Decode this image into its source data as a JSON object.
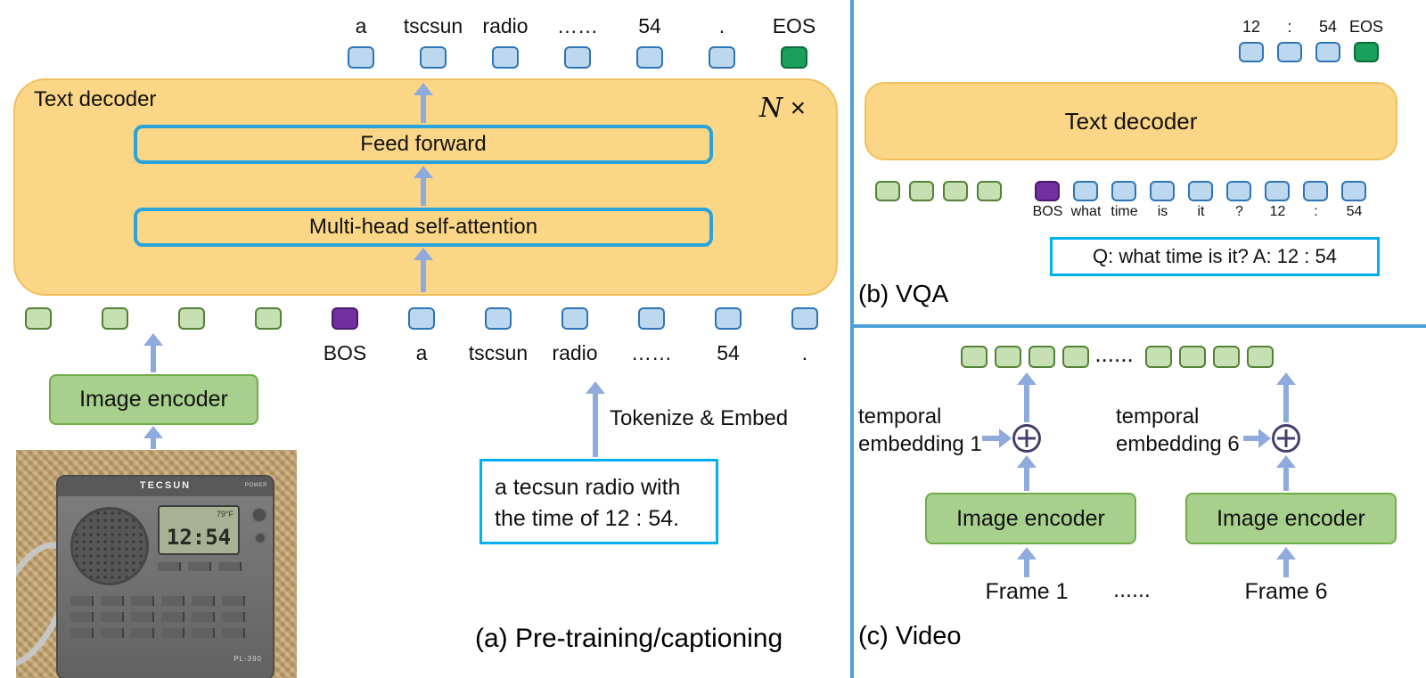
{
  "colors": {
    "decoder_fill": "#FBD687",
    "token_blue_fill": "#BDD7EE",
    "token_blue_border": "#2E75B6",
    "token_green_fill": "#C6E0B4",
    "token_green_border": "#538135",
    "bos_purple": "#7030A0",
    "eos_green": "#1AA05A",
    "encoder_fill": "#A8D08D",
    "encoder_border": "#70AD47",
    "arrow_blue": "#8FAADC",
    "inner_box_border": "#29A3DC",
    "textbox_border": "#00B0F0",
    "divider_blue": "#4D9FD8"
  },
  "panel_a": {
    "output_tokens": [
      "a",
      "tscsun",
      "radio",
      "……",
      "54",
      ".",
      "EOS"
    ],
    "decoder_label": "Text decoder",
    "repeat_n": "N",
    "repeat_times": "×",
    "feed_forward_label": "Feed forward",
    "attention_label": "Multi-head self-attention",
    "input_words": [
      "BOS",
      "a",
      "tscsun",
      "radio",
      "……",
      "54",
      "."
    ],
    "image_encoder_label": "Image encoder",
    "tokenize_label": "Tokenize & Embed",
    "caption_box": {
      "line1": "a tecsun radio with",
      "line2": "the time of 12 : 54."
    },
    "caption": "(a) Pre-training/captioning",
    "radio_photo": {
      "brand": "TECSUN",
      "power_label": "POWER",
      "display_temp": "79°F",
      "display_time": "12:54",
      "model": "PL-390"
    }
  },
  "panel_b": {
    "output_tokens": [
      "12",
      ":",
      "54",
      "EOS"
    ],
    "decoder_label": "Text decoder",
    "input_words": [
      "BOS",
      "what",
      "time",
      "is",
      "it",
      "?",
      "12",
      ":",
      "54"
    ],
    "qa_text": "Q: what time is it? A: 12 : 54",
    "caption": "(b) VQA"
  },
  "panel_c": {
    "temporal_1": {
      "line1": "temporal",
      "line2": "embedding 1"
    },
    "temporal_2": {
      "line1": "temporal",
      "line2": "embedding 6"
    },
    "encoder_1_label": "Image encoder",
    "encoder_2_label": "Image encoder",
    "frame_1": "Frame 1",
    "frames_dots": "......",
    "frame_6": "Frame 6",
    "caption": "(c) Video"
  }
}
